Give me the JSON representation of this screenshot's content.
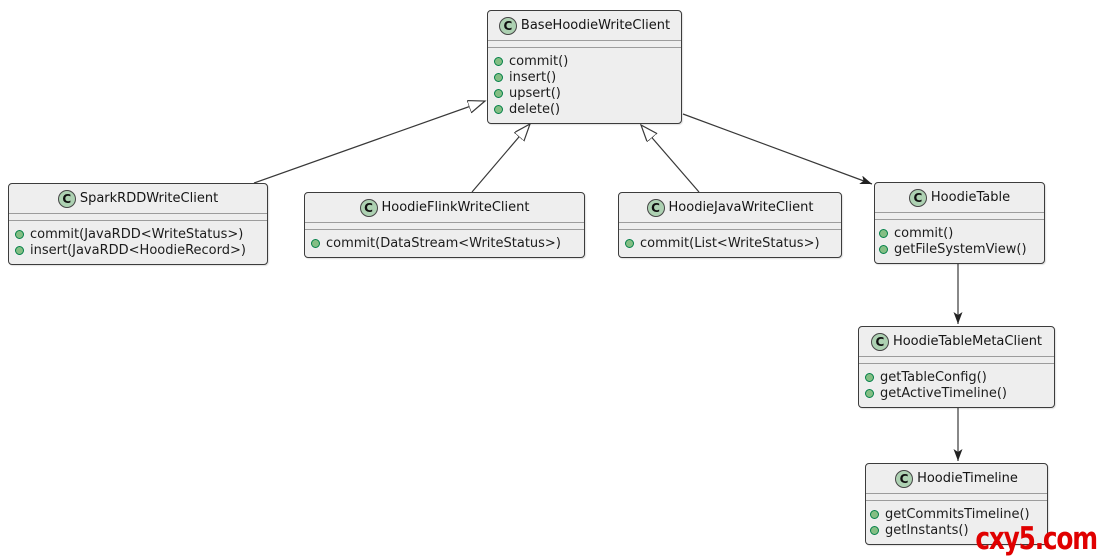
{
  "diagram": {
    "type": "uml-class-diagram",
    "class_badge": "C",
    "classes": [
      {
        "name": "BaseHoodieWriteClient",
        "methods": [
          "commit()",
          "insert()",
          "upsert()",
          "delete()"
        ]
      },
      {
        "name": "SparkRDDWriteClient",
        "methods": [
          "commit(JavaRDD<WriteStatus>)",
          "insert(JavaRDD<HoodieRecord>)"
        ]
      },
      {
        "name": "HoodieFlinkWriteClient",
        "methods": [
          "commit(DataStream<WriteStatus>)"
        ]
      },
      {
        "name": "HoodieJavaWriteClient",
        "methods": [
          "commit(List<WriteStatus>)"
        ]
      },
      {
        "name": "HoodieTable",
        "methods": [
          "commit()",
          "getFileSystemView()"
        ]
      },
      {
        "name": "HoodieTableMetaClient",
        "methods": [
          "getTableConfig()",
          "getActiveTimeline()"
        ]
      },
      {
        "name": "HoodieTimeline",
        "methods": [
          "getCommitsTimeline()",
          "getInstants()"
        ]
      }
    ],
    "relations": [
      {
        "from": "SparkRDDWriteClient",
        "to": "BaseHoodieWriteClient",
        "type": "extends"
      },
      {
        "from": "HoodieFlinkWriteClient",
        "to": "BaseHoodieWriteClient",
        "type": "extends"
      },
      {
        "from": "HoodieJavaWriteClient",
        "to": "BaseHoodieWriteClient",
        "type": "extends"
      },
      {
        "from": "BaseHoodieWriteClient",
        "to": "HoodieTable",
        "type": "association"
      },
      {
        "from": "HoodieTable",
        "to": "HoodieTableMetaClient",
        "type": "association"
      },
      {
        "from": "HoodieTableMetaClient",
        "to": "HoodieTimeline",
        "type": "association"
      }
    ],
    "colors": {
      "class_fill": "#eeeeee",
      "class_border": "#3c3c3c",
      "circle_fill": "#add1b2",
      "method_bullet_fill": "#84be84",
      "method_bullet_border": "#038048",
      "edge_line": "#383838",
      "watermark_red": "#e00000"
    },
    "watermark": "cxy5.com"
  }
}
